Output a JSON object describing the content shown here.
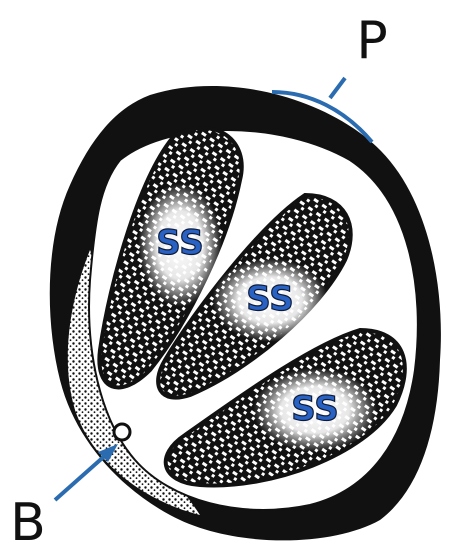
{
  "labels": {
    "p": "P",
    "b": "B",
    "ss_top": "SS",
    "ss_middle": "SS",
    "ss_bottom": "SS"
  },
  "colors": {
    "ink": "#111111",
    "paper": "#ffffff",
    "annotation": "#2b6cb0",
    "ss_text": "#2a62c4"
  },
  "icons": {
    "pointer": "arrow-icon",
    "bracket": "bracket-icon"
  }
}
